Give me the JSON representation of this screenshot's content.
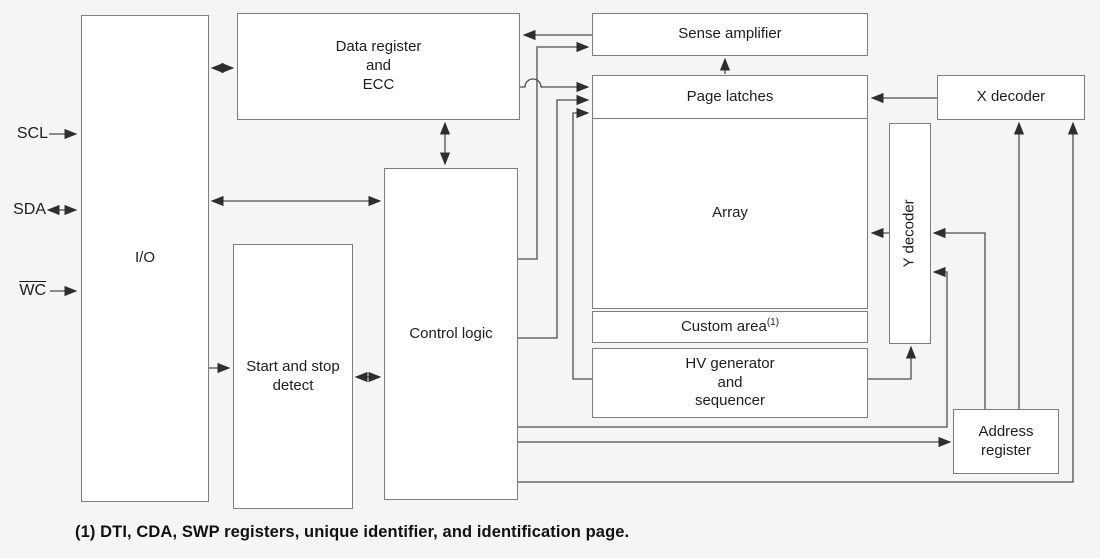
{
  "diagram": {
    "title_hint": "EEPROM block diagram",
    "signals": {
      "scl": {
        "label": "SCL",
        "direction": "input"
      },
      "sda": {
        "label": "SDA",
        "direction": "bidirectional"
      },
      "wc": {
        "label": "WC",
        "direction": "input",
        "overline": true
      }
    },
    "blocks": {
      "io": {
        "label": "I/O"
      },
      "data_register": {
        "label": "Data register\nand\nECC"
      },
      "start_stop": {
        "label": "Start and stop\ndetect"
      },
      "control_logic": {
        "label": "Control logic"
      },
      "sense_amplifier": {
        "label": "Sense amplifier"
      },
      "page_latches": {
        "label": "Page latches"
      },
      "array": {
        "label": "Array"
      },
      "custom_area": {
        "label": "Custom area",
        "superscript": "(1)"
      },
      "hv_generator": {
        "label": "HV generator\nand\nsequencer"
      },
      "y_decoder": {
        "label": "Y decoder"
      },
      "x_decoder": {
        "label": "X decoder"
      },
      "address_register": {
        "label": "Address\nregister"
      }
    },
    "footnote": "(1) DTI, CDA, SWP registers, unique identifier, and identification page.",
    "colors": {
      "background": "#f4f5f7",
      "box_fill": "#ffffff",
      "box_border": "#7d7d7d",
      "wire": "#4d4d4d",
      "arrowhead": "#2e2e2e",
      "text": "#1d1d1d"
    }
  }
}
